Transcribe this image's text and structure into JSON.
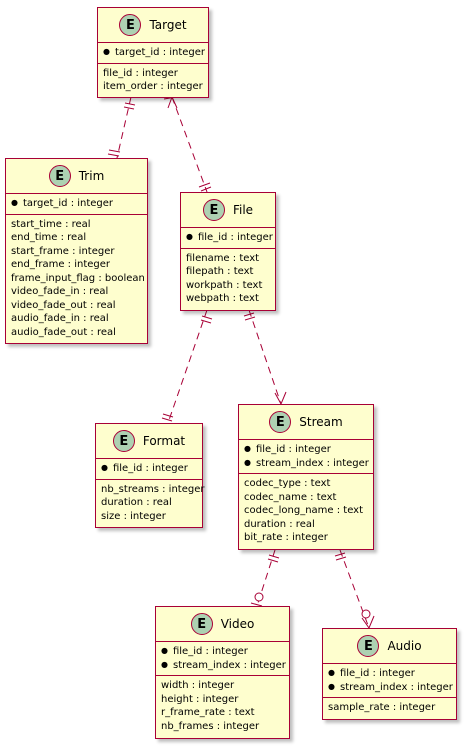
{
  "entities": {
    "target": {
      "name": "Target",
      "keys": [
        "target_id : integer"
      ],
      "fields": [
        "file_id : integer",
        "item_order : integer"
      ]
    },
    "trim": {
      "name": "Trim",
      "keys": [
        "target_id : integer"
      ],
      "fields": [
        "start_time : real",
        "end_time : real",
        "start_frame : integer",
        "end_frame : integer",
        "frame_input_flag : boolean",
        "video_fade_in : real",
        "video_fade_out : real",
        "audio_fade_in : real",
        "audio_fade_out : real"
      ]
    },
    "file": {
      "name": "File",
      "keys": [
        "file_id : integer"
      ],
      "fields": [
        "filename : text",
        "filepath : text",
        "workpath : text",
        "webpath : text"
      ]
    },
    "format": {
      "name": "Format",
      "keys": [
        "file_id : integer"
      ],
      "fields": [
        "nb_streams : integer",
        "duration : real",
        "size : integer"
      ]
    },
    "stream": {
      "name": "Stream",
      "keys": [
        "file_id : integer",
        "stream_index : integer"
      ],
      "fields": [
        "codec_type : text",
        "codec_name : text",
        "codec_long_name : text",
        "duration : real",
        "bit_rate : integer"
      ]
    },
    "video": {
      "name": "Video",
      "keys": [
        "file_id : integer",
        "stream_index : integer"
      ],
      "fields": [
        "width : integer",
        "height : integer",
        "r_frame_rate : text",
        "nb_frames : integer"
      ]
    },
    "audio": {
      "name": "Audio",
      "keys": [
        "file_id : integer",
        "stream_index : integer"
      ],
      "fields": [
        "sample_rate : integer"
      ]
    }
  },
  "colors": {
    "entity_fill": "#FEFECE",
    "border": "#A80036",
    "badge_fill": "#ADD1B2"
  },
  "badge_letter": "E"
}
